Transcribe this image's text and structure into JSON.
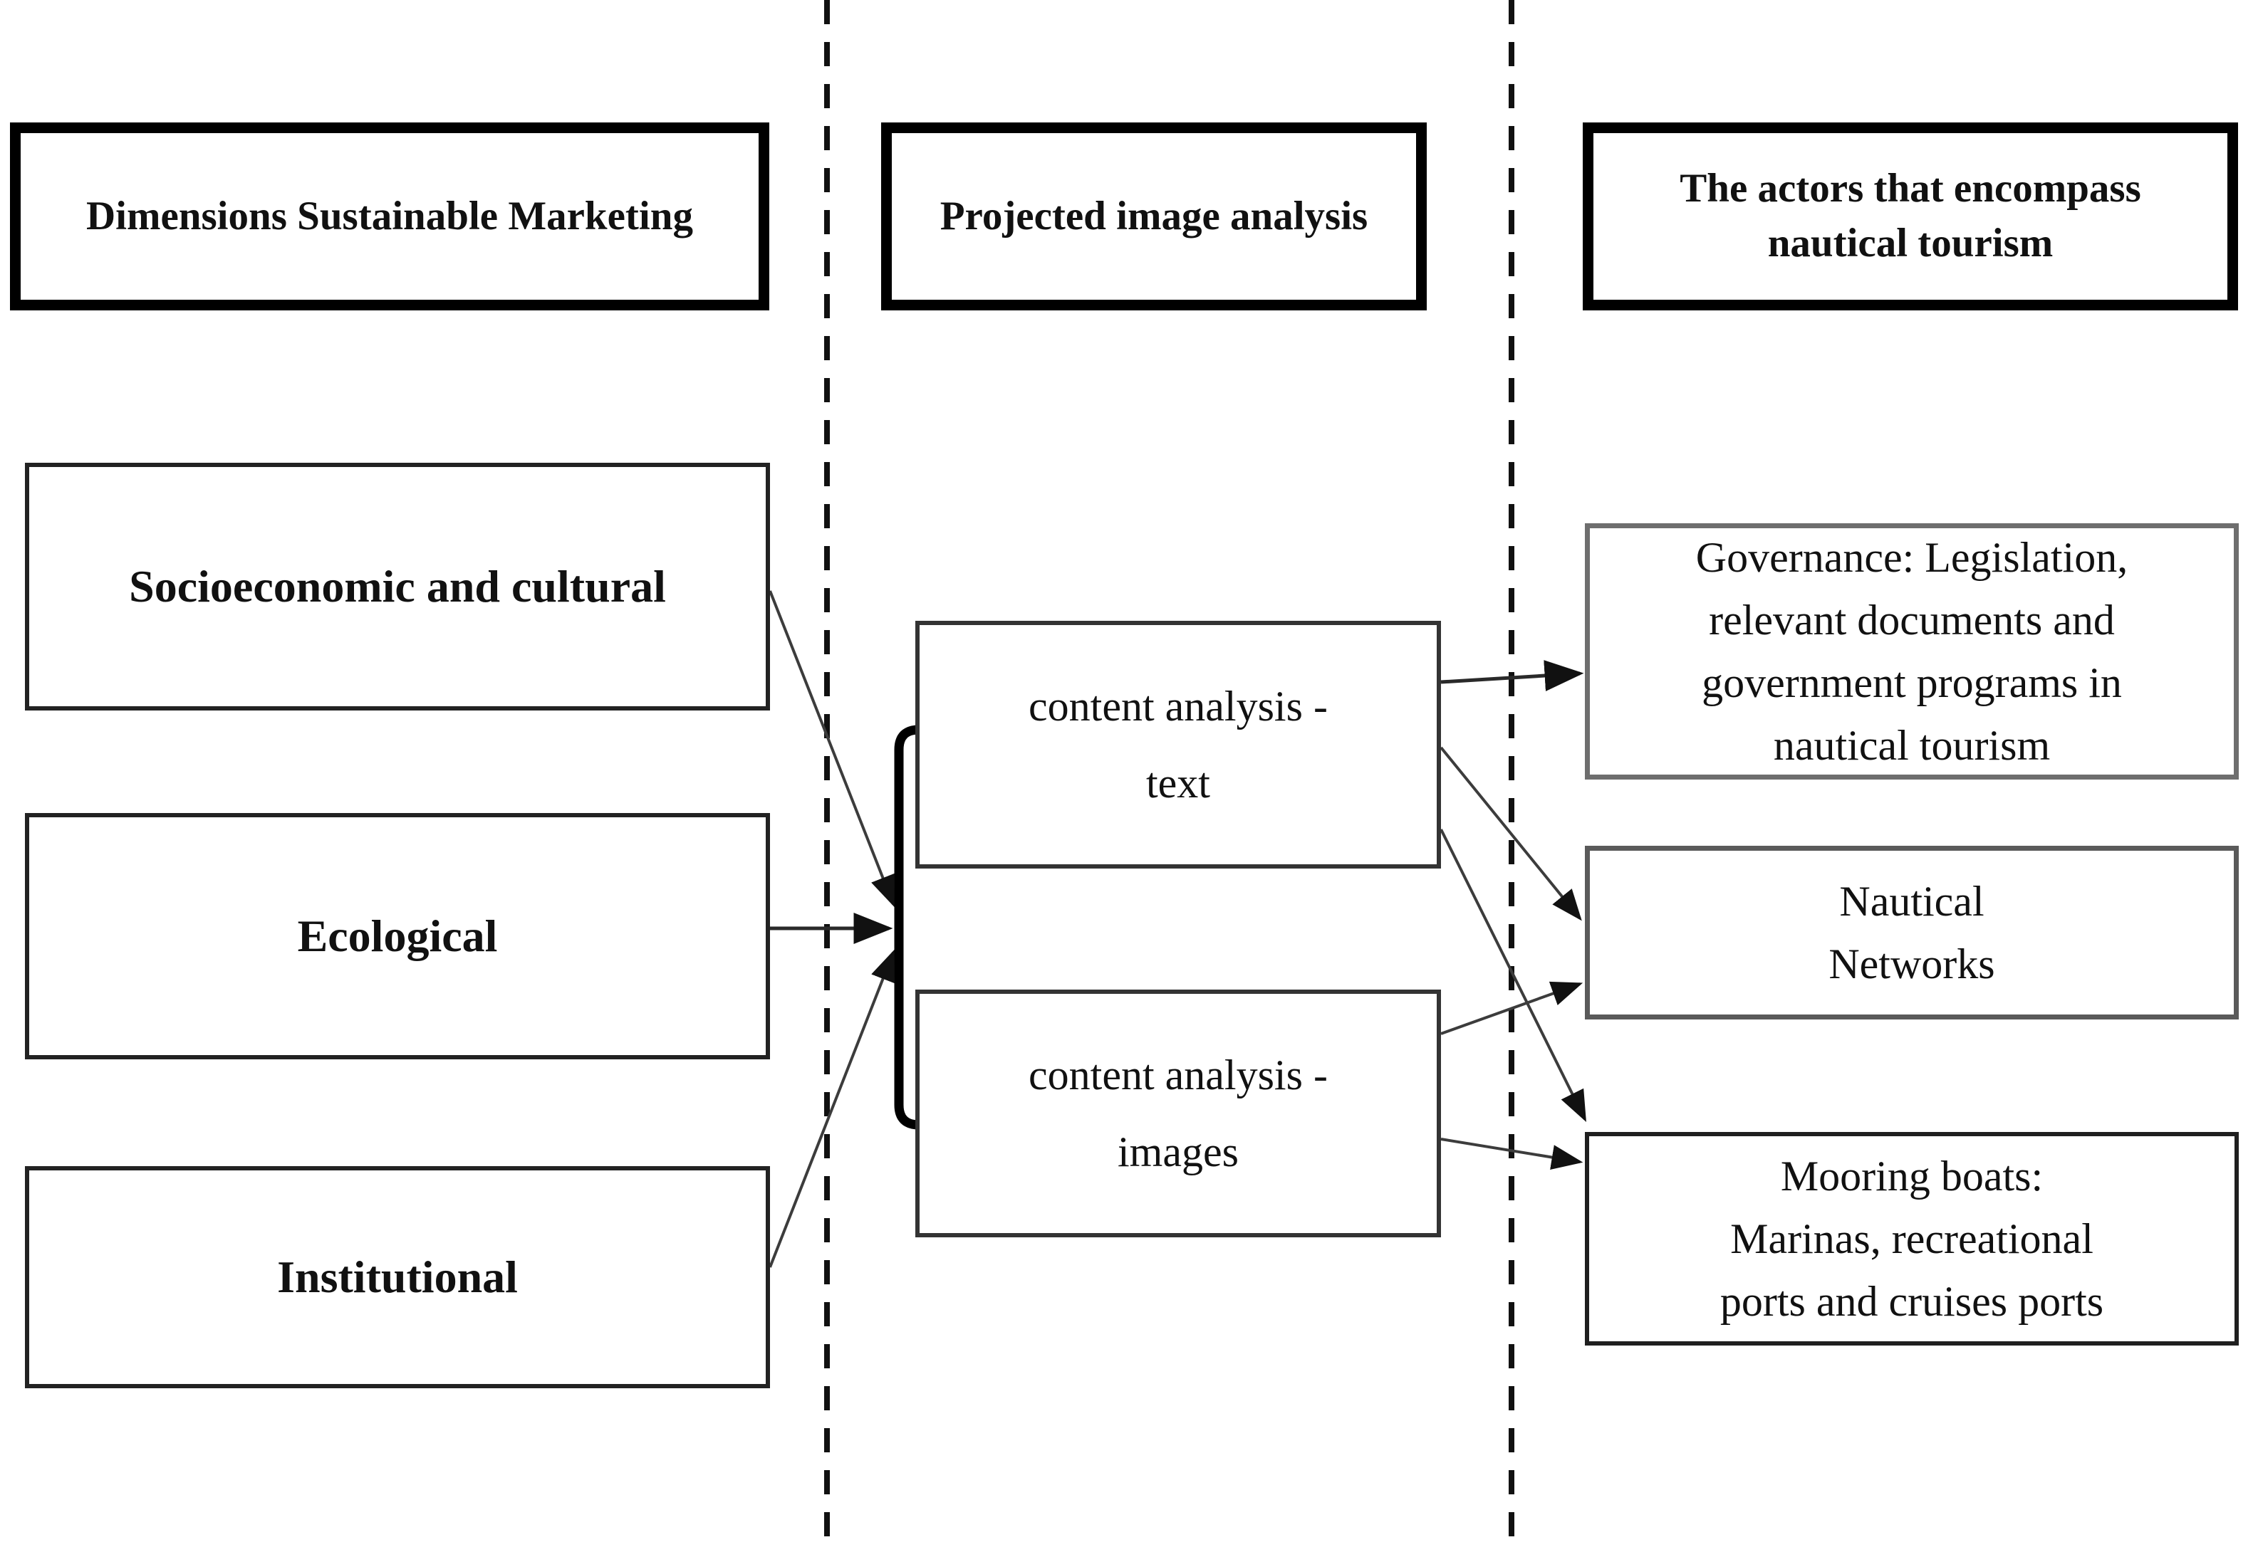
{
  "figure": {
    "background_color": "#ffffff",
    "line_color": "#2f2f2f",
    "headers": {
      "dimensions": "Dimensions Sustainable Marketing",
      "analysis": "Projected image analysis",
      "actors": {
        "line1": "The actors that encompass",
        "line2": "nautical tourism"
      }
    },
    "dimension_boxes": [
      {
        "label": "Socioeconomic and cultural"
      },
      {
        "label": "Ecological"
      },
      {
        "label": "Institutional"
      }
    ],
    "analysis_boxes": [
      {
        "line1": "content analysis -",
        "line2": "text"
      },
      {
        "line1": "content analysis -",
        "line2": "images"
      }
    ],
    "actor_boxes": [
      {
        "lines": [
          "Governance: Legislation,",
          "relevant documents and",
          "government programs in",
          "nautical tourism"
        ]
      },
      {
        "lines": [
          "Nautical",
          "Networks"
        ]
      },
      {
        "lines": [
          "Mooring boats:",
          "Marinas, recreational",
          "ports and cruises ports"
        ]
      }
    ],
    "edges": [
      {
        "from": "Socioeconomic and cultural",
        "to": "Projected image analysis (merge bracket)"
      },
      {
        "from": "Ecological",
        "to": "Projected image analysis (merge bracket)"
      },
      {
        "from": "Institutional",
        "to": "Projected image analysis (merge bracket)"
      },
      {
        "from": "content analysis - text",
        "to": "Governance: Legislation, relevant documents and government programs in nautical tourism"
      },
      {
        "from": "content analysis - text",
        "to": "Nautical Networks"
      },
      {
        "from": "content analysis - text",
        "to": "Mooring boats: Marinas, recreational ports and cruises ports"
      },
      {
        "from": "content analysis - images",
        "to": "Nautical Networks"
      },
      {
        "from": "content analysis - images",
        "to": "Mooring boats: Marinas, recreational ports and cruises ports"
      }
    ]
  }
}
